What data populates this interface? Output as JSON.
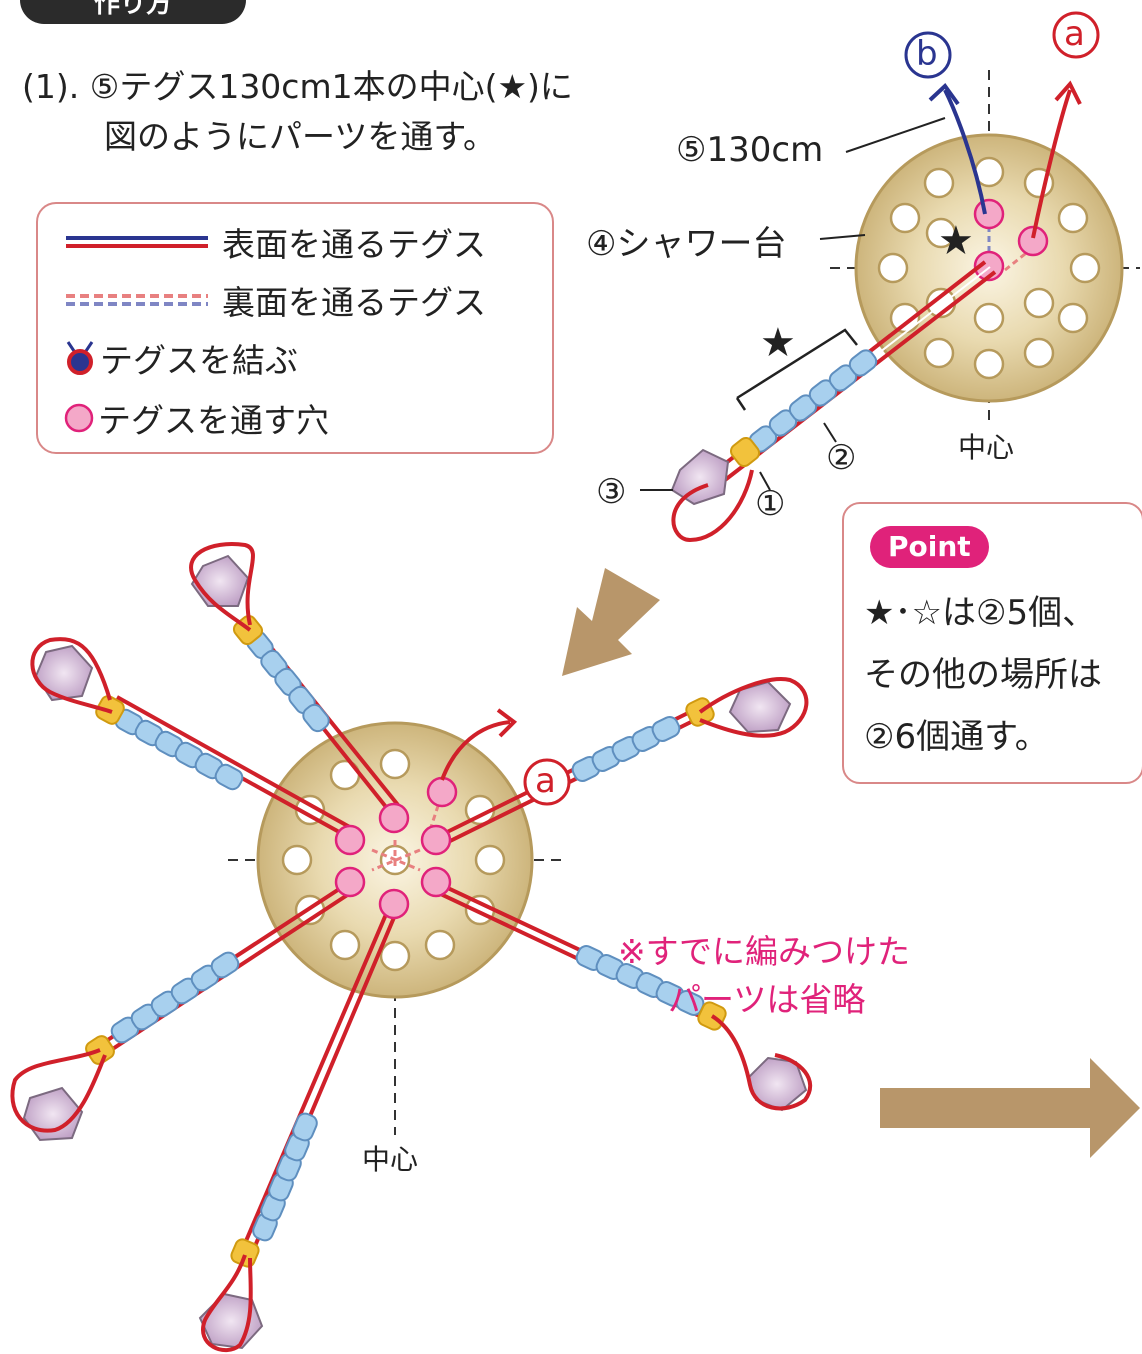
{
  "header": {
    "title": "作り方"
  },
  "instruction": {
    "step_number": "(1).",
    "line1": "⑤テグス130cm1本の中心(★)に",
    "line2": "図のようにパーツを通す。"
  },
  "legend": {
    "items": [
      {
        "label": "表面を通るテグス",
        "icon": "solid-lines-icon"
      },
      {
        "label": "裏面を通るテグス",
        "icon": "dashed-lines-icon"
      },
      {
        "label": "テグスを結ぶ",
        "icon": "knot-icon"
      },
      {
        "label": "テグスを通す穴",
        "icon": "pink-hole-icon"
      }
    ]
  },
  "top_diagram": {
    "label_b": "b",
    "label_a": "a",
    "wire_label": "⑤130cm",
    "base_label": "④シャワー台",
    "star": "★",
    "bracket_star": "★",
    "center_label": "中心",
    "part_1": "①",
    "part_2": "②",
    "part_3": "③"
  },
  "point": {
    "badge": "Point",
    "lines": [
      "★･☆は②5個、",
      "その他の場所は",
      "②6個通す。"
    ]
  },
  "bottom_diagram": {
    "label_a": "a",
    "center_label": "中心",
    "note_line1": "※すでに編みつけた",
    "note_line2": "パーツは省略"
  },
  "colors": {
    "front_wire": "#d0202a",
    "back_wire_blue": "#2a3590",
    "hole_pink": "#f4a8c8",
    "base_tan": "#d8c48e",
    "bead_blue": "#a8d0ee",
    "bead_yellow": "#f2c23c",
    "pentagon": "#c6a8cc",
    "arrow_tan": "#b8966a",
    "accent_magenta": "#e0227a"
  }
}
